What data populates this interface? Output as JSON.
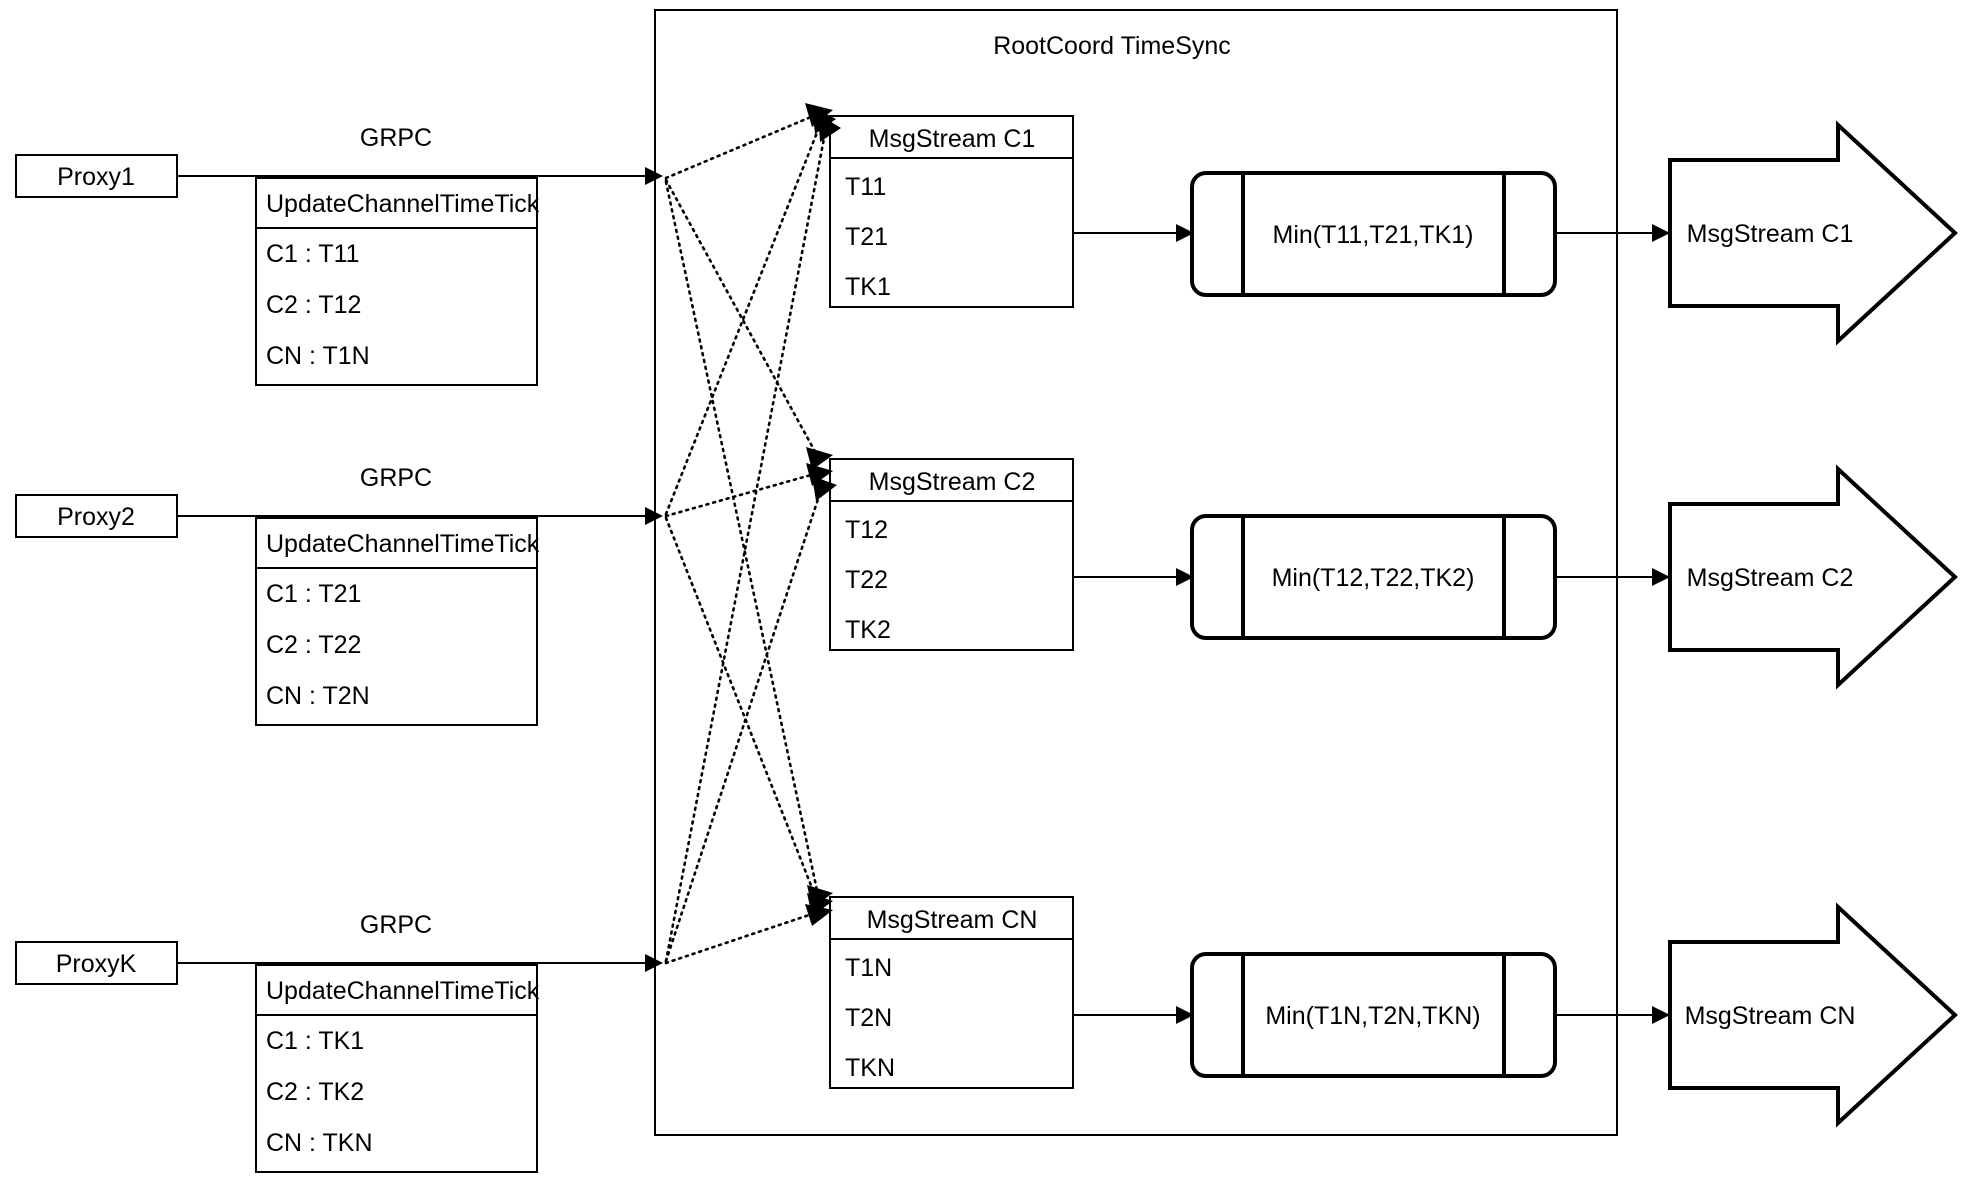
{
  "diagram": {
    "title": "RootCoord TimeSync",
    "container_label": "RootCoord TimeSync",
    "protocol_label": "GRPC",
    "rpc_method_label": "UpdateChannelTimeTick",
    "colors": {
      "stroke": "#000000",
      "fill": "#ffffff",
      "text": "#000000"
    }
  },
  "proxies": [
    {
      "name": "Proxy1",
      "protocol": "GRPC",
      "rpc_header": "UpdateChannelTimeTick",
      "entries": [
        "C1 :  T11",
        "C2 :  T12",
        "CN : T1N"
      ]
    },
    {
      "name": "Proxy2",
      "protocol": "GRPC",
      "rpc_header": "UpdateChannelTimeTick",
      "entries": [
        "C1 :  T21",
        "C2 :  T22",
        "CN : T2N"
      ]
    },
    {
      "name": "ProxyK",
      "protocol": "GRPC",
      "rpc_header": "UpdateChannelTimeTick",
      "entries": [
        "C1 :  TK1",
        "C2 :  TK2",
        "CN : TKN"
      ]
    }
  ],
  "channels": [
    {
      "stream_header": "MsgStream C1",
      "ticks": [
        "T11",
        "T21",
        "TK1"
      ],
      "min_label": "Min(T11,T21,TK1)",
      "output_label": "MsgStream C1"
    },
    {
      "stream_header": "MsgStream C2",
      "ticks": [
        "T12",
        "T22",
        "TK2"
      ],
      "min_label": "Min(T12,T22,TK2)",
      "output_label": "MsgStream C2"
    },
    {
      "stream_header": "MsgStream CN",
      "ticks": [
        "T1N",
        "T2N",
        "TKN"
      ],
      "min_label": "Min(T1N,T2N,TKN)",
      "output_label": "MsgStream CN"
    }
  ]
}
